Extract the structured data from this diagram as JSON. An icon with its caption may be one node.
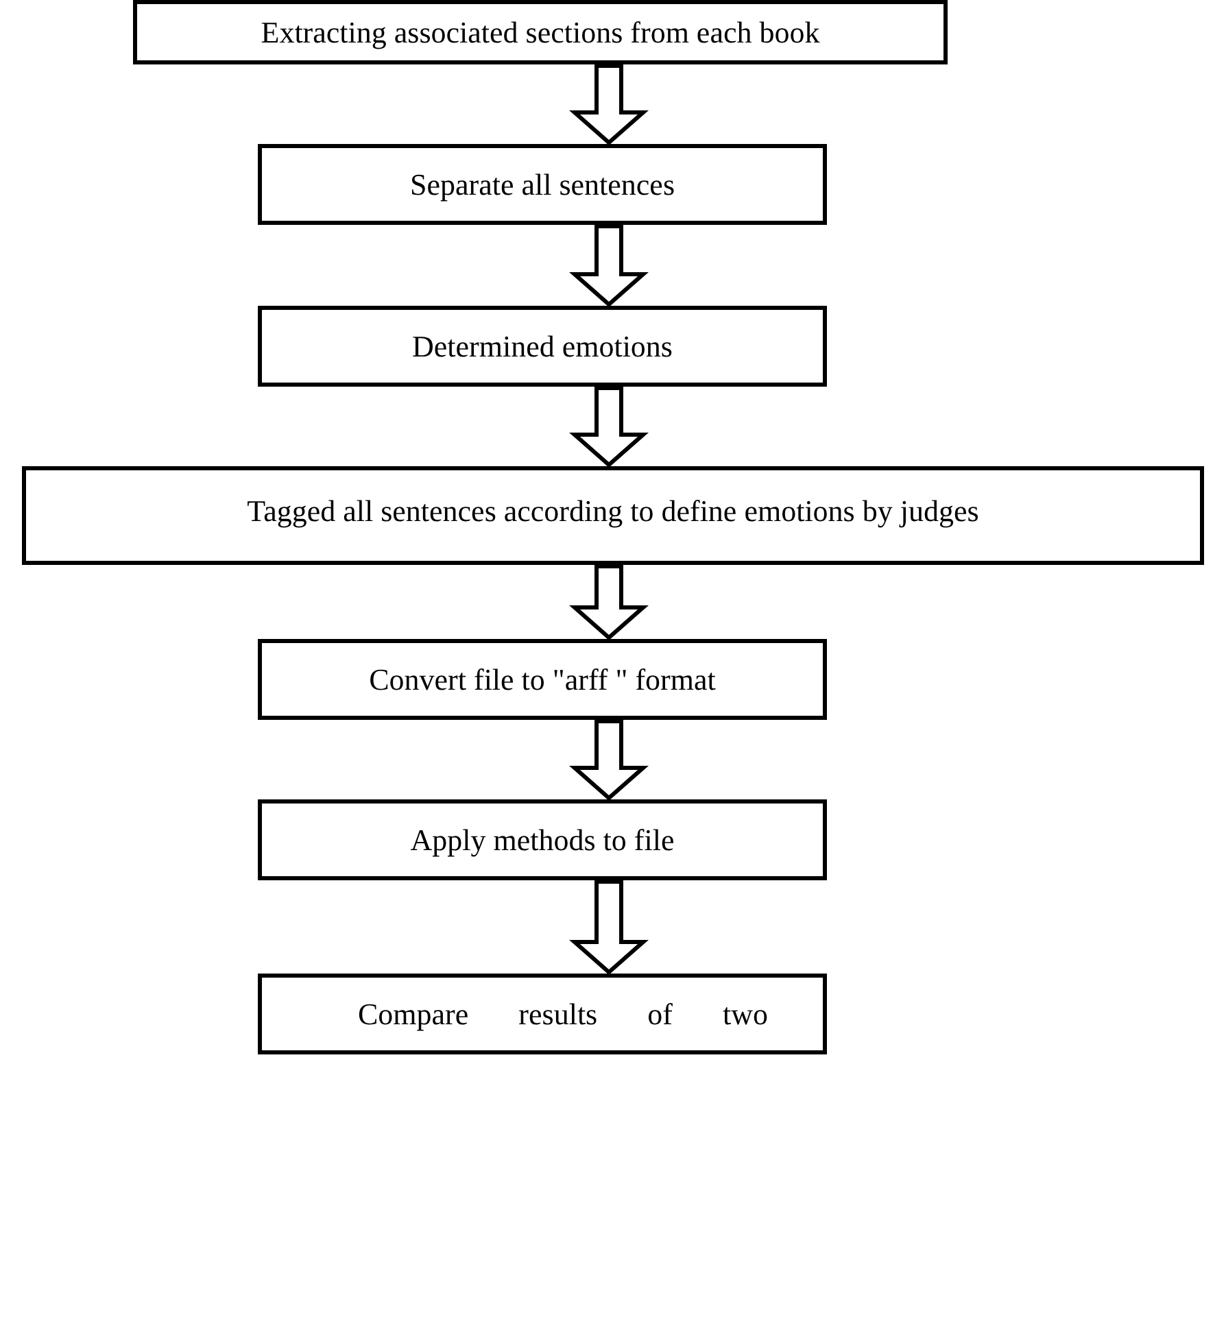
{
  "diagram": {
    "nodes": [
      {
        "text": [
          "Extracting associated sections from each book"
        ]
      },
      {
        "text": [
          "Separate all sentences"
        ]
      },
      {
        "text": [
          "Determined emotions"
        ]
      },
      {
        "text": [
          "Tagged all sentences according to define emotions by judges"
        ]
      },
      {
        "text": [
          "Convert file to \"arff \" format"
        ]
      },
      {
        "text": [
          "Apply methods to file"
        ]
      },
      {
        "text": [
          "Compare results of two"
        ]
      }
    ],
    "edges": [
      {
        "from": 0,
        "to": 1,
        "arrow": "to"
      },
      {
        "from": 1,
        "to": 2,
        "arrow": "to"
      },
      {
        "from": 2,
        "to": 3,
        "arrow": "to"
      },
      {
        "from": 3,
        "to": 4,
        "arrow": "to"
      },
      {
        "from": 4,
        "to": 5,
        "arrow": "to"
      },
      {
        "from": 5,
        "to": 6,
        "arrow": "to"
      }
    ]
  }
}
